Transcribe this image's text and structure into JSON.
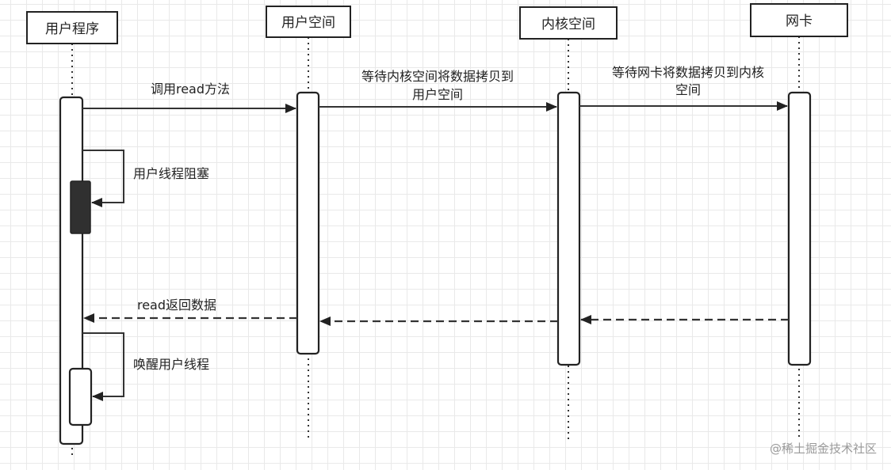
{
  "participants": [
    "用户程序",
    "用户空间",
    "内核空间",
    "网卡"
  ],
  "messages": {
    "call_read": "调用read方法",
    "wait_kernel_line1": "等待内核空间将数据拷贝到",
    "wait_kernel_line2": "用户空间",
    "wait_nic_line1": "等待网卡将数据拷贝到内核",
    "wait_nic_line2": "空间",
    "blocked": "用户线程阻塞",
    "read_return": "read返回数据",
    "wake": "唤醒用户线程"
  },
  "watermark": "@稀土掘金技术社区"
}
